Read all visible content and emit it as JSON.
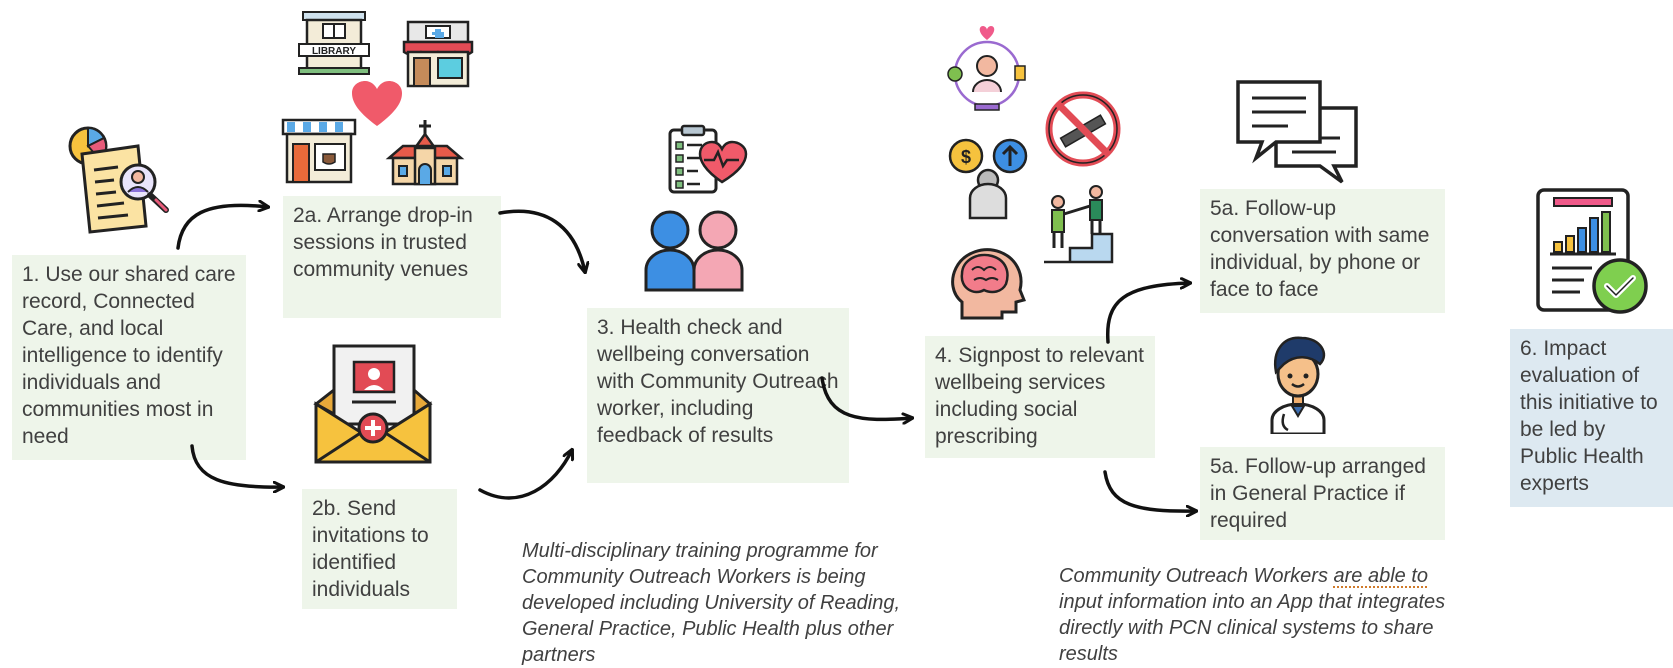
{
  "steps": {
    "s1": "1. Use our shared care record, Connected Care, and local intelligence to identify individuals and communities most in need",
    "s2a": "2a. Arrange drop-in sessions in trusted community venues",
    "s2b": "2b. Send invitations to identified individuals",
    "s3": "3. Health check and wellbeing conversation with Community Outreach worker, including feedback of results",
    "s4": "4. Signpost to relevant wellbeing services including social prescribing",
    "s5a_top": "5a. Follow-up conversation with same individual, by phone or face to face",
    "s5a_bottom": "5a. Follow-up arranged in General Practice if required",
    "s6": "6. Impact evaluation of this initiative to be led by Public Health experts"
  },
  "notes": {
    "training": "Multi-disciplinary training programme for Community Outreach Workers is being developed including University of Reading, General Practice, Public Health plus other partners",
    "app_before": "Community Outreach Workers ",
    "app_squiggle": "are able to",
    "app_after": " input information into an App that integrates directly with PCN clinical systems to share results"
  },
  "icons": {
    "library_sign": "LIBRARY"
  },
  "colors": {
    "step_fill": "#eef5ea",
    "evaluation_fill": "#dde9f1",
    "text": "#404040"
  }
}
